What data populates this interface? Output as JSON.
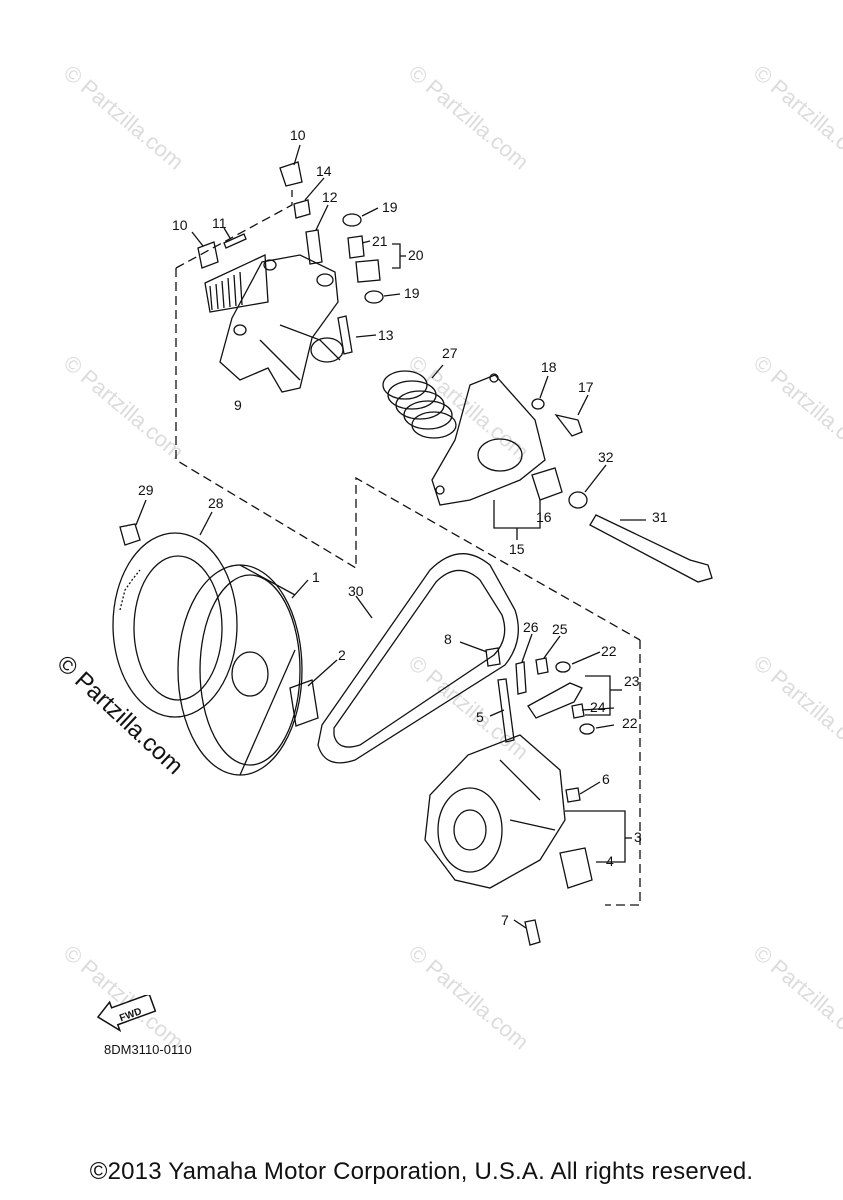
{
  "watermark": "© Partzilla.com",
  "brandmark": "© Partzilla.com",
  "fwd_label": "FWD",
  "diagram_code": "8DM3110-0110",
  "copyright": "©2013 Yamaha Motor Corporation, U.S.A. All rights reserved.",
  "callouts": {
    "c1": "1",
    "c2": "2",
    "c3": "3",
    "c4": "4",
    "c5": "5",
    "c6": "6",
    "c7": "7",
    "c8": "8",
    "c9": "9",
    "c10a": "10",
    "c10b": "10",
    "c11": "11",
    "c12": "12",
    "c13": "13",
    "c14": "14",
    "c15": "15",
    "c16": "16",
    "c17": "17",
    "c18": "18",
    "c19a": "19",
    "c19b": "19",
    "c20": "20",
    "c21": "21",
    "c22a": "22",
    "c22b": "22",
    "c23": "23",
    "c24": "24",
    "c25": "25",
    "c26": "26",
    "c27": "27",
    "c28": "28",
    "c29": "29",
    "c30": "30",
    "c31": "31",
    "c32": "32"
  }
}
